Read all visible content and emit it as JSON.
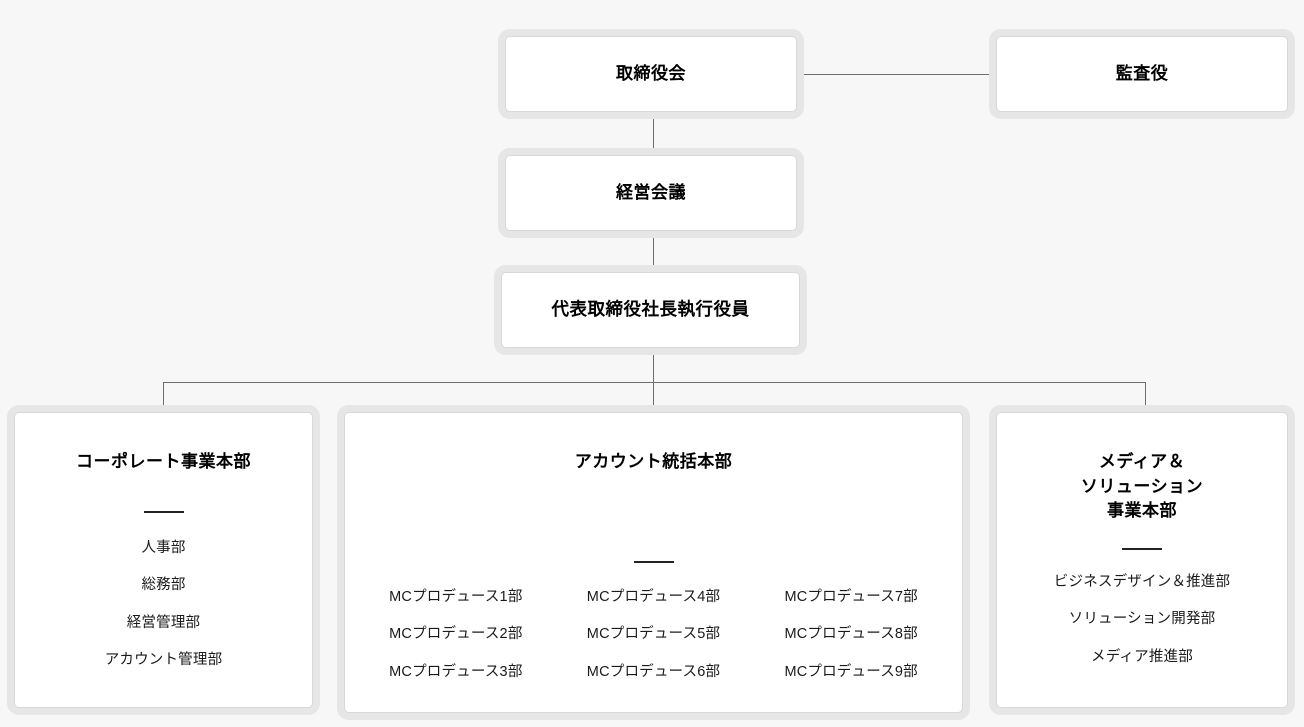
{
  "chart": {
    "type": "org-chart",
    "language": "ja",
    "background_color": "#f7f7f7",
    "box_background_color": "#ffffff",
    "box_border_color": "#d8d8d8",
    "box_shadow_color": "#e6e6e6",
    "connector_color": "#6e6e6e",
    "divider_color": "#222222",
    "text_color": "#111111"
  },
  "top": {
    "board": {
      "title": "取締役会"
    },
    "auditor": {
      "title": "監査役"
    }
  },
  "middle": {
    "exec_meeting": {
      "title": "経営会議"
    },
    "president": {
      "title": "代表取締役社長執行役員"
    }
  },
  "divisions": [
    {
      "id": "corporate",
      "title": "コーポレート事業本部",
      "departments": [
        "人事部",
        "総務部",
        "経営管理部",
        "アカウント管理部"
      ]
    },
    {
      "id": "account",
      "title": "アカウント統括本部",
      "departments": [
        "MCプロデュース1部",
        "MCプロデュース4部",
        "MCプロデュース7部",
        "MCプロデュース2部",
        "MCプロデュース5部",
        "MCプロデュース8部",
        "MCプロデュース3部",
        "MCプロデュース6部",
        "MCプロデュース9部"
      ],
      "columns": 3
    },
    {
      "id": "media",
      "title_lines": [
        "メディア＆",
        "ソリューション",
        "事業本部"
      ],
      "departments": [
        "ビジネスデザイン＆推進部",
        "ソリューション開発部",
        "メディア推進部"
      ]
    }
  ]
}
